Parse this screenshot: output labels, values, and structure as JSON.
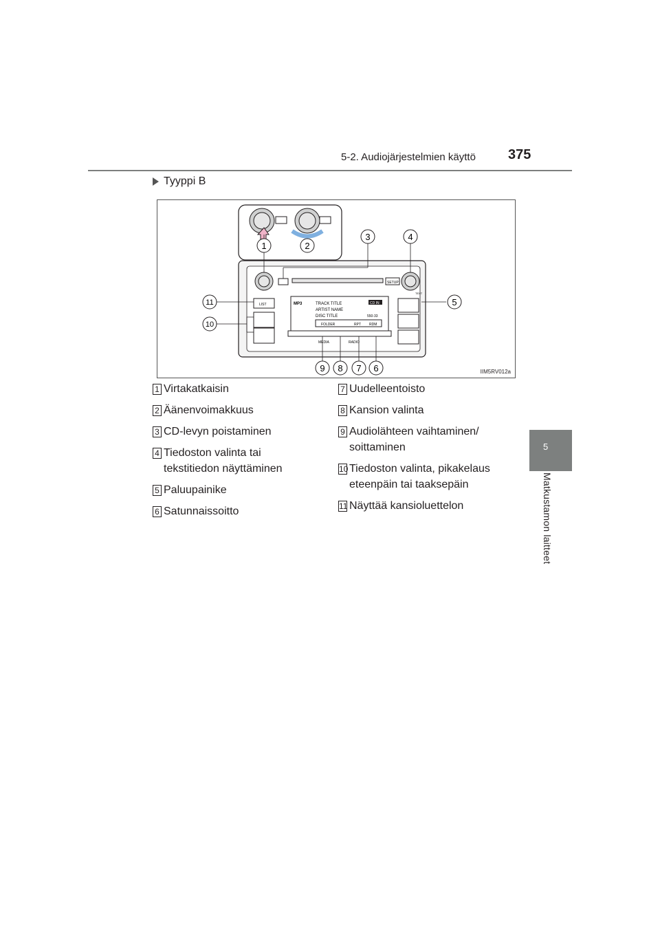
{
  "header": {
    "section": "5-2. Audiojärjestelmien käyttö",
    "page_number": "375"
  },
  "side_tab": {
    "chapter_number": "5",
    "chapter_title": "Matkustamon laitteet"
  },
  "type_heading": "Tyyppi B",
  "figure": {
    "code": "IIM5RV012a",
    "callouts": [
      "1",
      "2",
      "3",
      "4",
      "5",
      "6",
      "7",
      "8",
      "9",
      "10",
      "11"
    ],
    "panel_labels": {
      "list": "LIST",
      "setup": "SETUP",
      "text": "TEXT",
      "media": "MEDIA",
      "radio": "RADIO",
      "mp3": "MP3",
      "track_title": "TRACK TITLE",
      "artist_name": "ARTIST NAME",
      "disc_title": "DISC TITLE",
      "cd_in": "CD IN",
      "folder": "FOLDER",
      "rpt": "RPT",
      "rdm": "RDM",
      "time": "550-33"
    }
  },
  "legend_left": [
    {
      "num": "1",
      "text": "Virtakatkaisin"
    },
    {
      "num": "2",
      "text": "Äänenvoimakkuus"
    },
    {
      "num": "3",
      "text": "CD-levyn poistaminen"
    },
    {
      "num": "4",
      "text": "Tiedoston valinta tai tekstitiedon näyttäminen"
    },
    {
      "num": "5",
      "text": "Paluupainike"
    },
    {
      "num": "6",
      "text": "Satunnaissoitto"
    }
  ],
  "legend_right": [
    {
      "num": "7",
      "text": "Uudelleentoisto"
    },
    {
      "num": "8",
      "text": "Kansion valinta"
    },
    {
      "num": "9",
      "text": "Audiolähteen vaihtaminen/ soittaminen"
    },
    {
      "num": "10",
      "text": "Tiedoston valinta, pikakelaus eteenpäin tai taaksepäin"
    },
    {
      "num": "11",
      "text": "Näyttää kansioluettelon"
    }
  ]
}
